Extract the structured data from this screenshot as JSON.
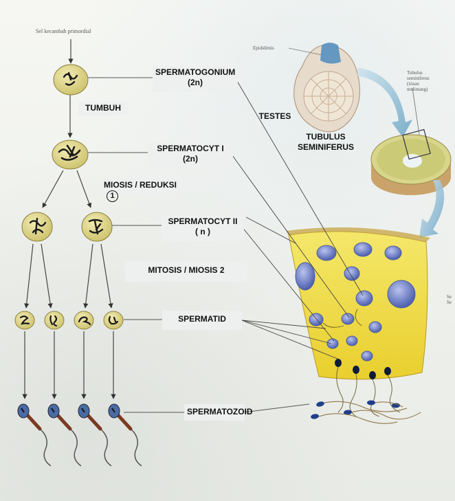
{
  "caption_top": "Sel kecambah primordial",
  "labels": {
    "spermatogonium": "SPERMATOGONIUM",
    "spermatogonium_ploidy": "(2n)",
    "tumbuh": "TUMBUH",
    "spermatocyt1": "SPERMATOCYT  I",
    "spermatocyt1_ploidy": "(2n)",
    "miosis": "MIOSIS / REDUKSI",
    "miosis_num": "1",
    "spermatocyt2": "SPERMATOCYT  II",
    "spermatocyt2_ploidy": "( n )",
    "mitosis": "MITOSIS / MIOSIS 2",
    "spermatid": "SPERMATID",
    "spermatozoid": "SPERMATOZOID",
    "testes": "TESTES",
    "tubulus": "TUBULUS",
    "seminiferus": "SEMINIFERUS"
  },
  "small_text": {
    "epididimis": "Epididimis",
    "tubulus_note_1": "Tubulus",
    "tubulus_note_2": "seminiferus",
    "tubulus_note_3": "(irisan",
    "tubulus_note_4": "melintang)",
    "edge_1": "Se",
    "edge_2": "Se"
  },
  "colors": {
    "cell_fill": "#e2da8a",
    "tissue_fill": "#f2e24a",
    "nucleus_blue": "#6e7fc4",
    "label_bg": "#eef0f0"
  }
}
